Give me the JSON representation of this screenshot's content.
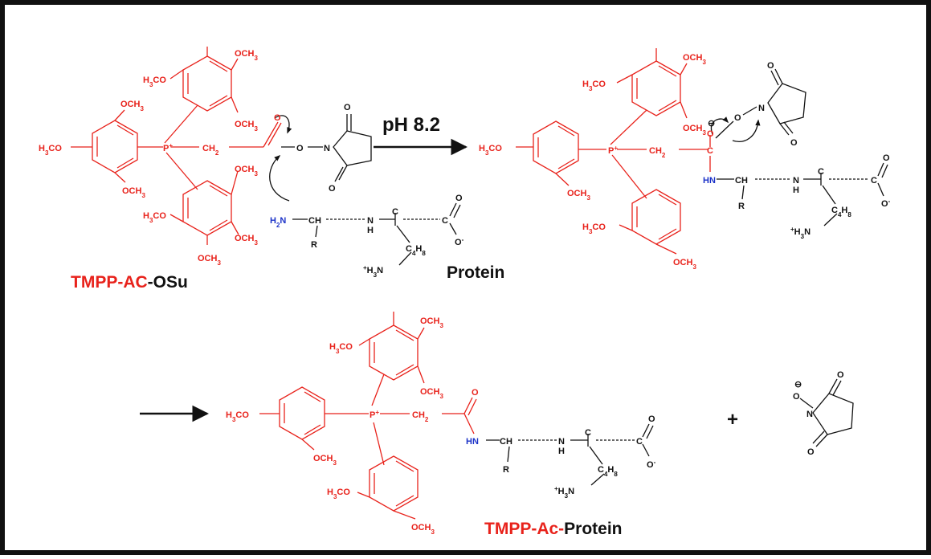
{
  "colors": {
    "reagent": "#e8221b",
    "amine": "#1c33c8",
    "ink": "#111111",
    "border": "#111111"
  },
  "labels": {
    "reagent_part1": "TMPP-AC",
    "reagent_part2": "-OSu",
    "protein": "Protein",
    "condition": "pH 8.2",
    "product_part1": "TMPP-Ac-",
    "product_part2": "Protein",
    "plus": "+"
  },
  "atoms": {
    "ome": "OCH",
    "meo": "H",
    "meo_tail": "CO",
    "three": "3",
    "p": "P",
    "plus_charge": "+",
    "ch2": "CH",
    "two": "2",
    "o": "O",
    "n": "N",
    "h2n_a": "H",
    "h2n_b": "N",
    "ch": "CH",
    "nh": "N",
    "h": "H",
    "c": "C",
    "r": "R",
    "c4h8_a": "C",
    "c4h8_b": "4",
    "c4h8_c": "H",
    "c4h8_d": "8",
    "h3n_a": "H",
    "h3n_b": "N",
    "minus": "-",
    "hn": "HN",
    "ominus": "⊖"
  }
}
